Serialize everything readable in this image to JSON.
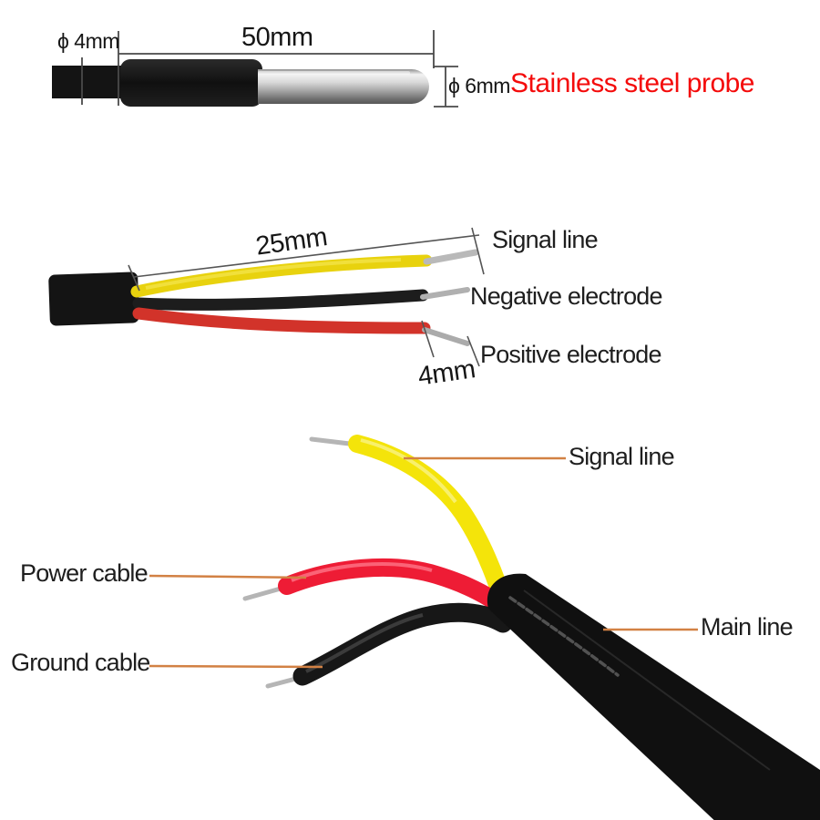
{
  "probe_section": {
    "cable_diameter_dim": "ϕ 4mm",
    "length_dim": "50mm",
    "tip_diameter_dim": "ϕ 6mm",
    "label": "Stainless steel probe"
  },
  "strip_section": {
    "strip_length_dim": "25mm",
    "bare_tip_dim": "4mm",
    "signal_label": "Signal line",
    "negative_label": "Negative electrode",
    "positive_label": "Positive electrode"
  },
  "cable_section": {
    "signal_label": "Signal line",
    "power_label": "Power cable",
    "ground_label": "Ground cable",
    "main_label": "Main line"
  },
  "colors": {
    "annotation_text": "#1e1e1e",
    "probe_label_red": "#f40b0b",
    "leader_orange": "#d28144",
    "dimension_line": "#4a4a4a",
    "wire_yellow": "#f2e20c",
    "wire_red": "#e92030",
    "wire_black": "#161616",
    "bare_conductor_silver": "#b5b5b5",
    "steel_probe_silver": "#c9c9c9"
  }
}
